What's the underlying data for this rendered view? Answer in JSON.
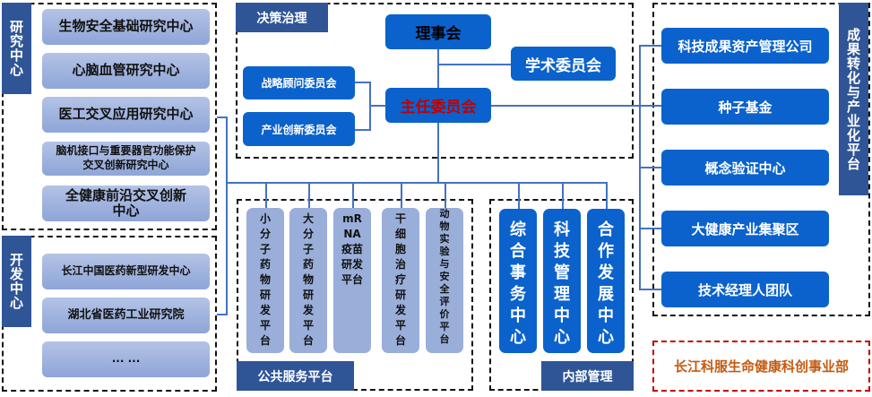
{
  "research": {
    "tag": "研究中心",
    "items": [
      "生物安全基础研究中心",
      "心脑血管研究中心",
      "医工交叉应用研究中心",
      "脑机接口与重要器官功能保护交叉创新研究中心",
      "全健康前沿交叉创新中心"
    ]
  },
  "development": {
    "tag": "开发中心",
    "items": [
      "长江中国医药新型研发中心",
      "湖北省医药工业研究院",
      "... ..."
    ]
  },
  "governance": {
    "tag": "决策治理",
    "board": "理事会",
    "academic": "学术委员会",
    "director": "主任委员会",
    "strategy": "战略顾问委员会",
    "industry": "产业创新委员会",
    "colors": {
      "director_text": "#c00000",
      "board_text": "#000000"
    }
  },
  "public_platform": {
    "tag": "公共服务平台",
    "items": [
      "小分子药物研发平台",
      "大分子药物研发平台",
      "mRNA疫苗研发平台",
      "干细胞治疗研发平台",
      "动物实验与安全评价平台"
    ]
  },
  "internal": {
    "tag": "内部管理",
    "items": [
      "综合事务中心",
      "科技管理中心",
      "合作发展中心"
    ]
  },
  "transformation": {
    "tag": "成果转化与产业化平台",
    "items": [
      "科技成果资产管理公司",
      "种子基金",
      "概念验证中心",
      "大健康产业集聚区",
      "技术经理人团队"
    ]
  },
  "footer": {
    "label": "长江科服生命健康科创事业部",
    "color": "#c55a11"
  },
  "colors": {
    "accent_blue": "#0b62cc",
    "tag_blue": "#2f5597",
    "connector": "#4472c4",
    "light_box": "#9aaeda"
  }
}
